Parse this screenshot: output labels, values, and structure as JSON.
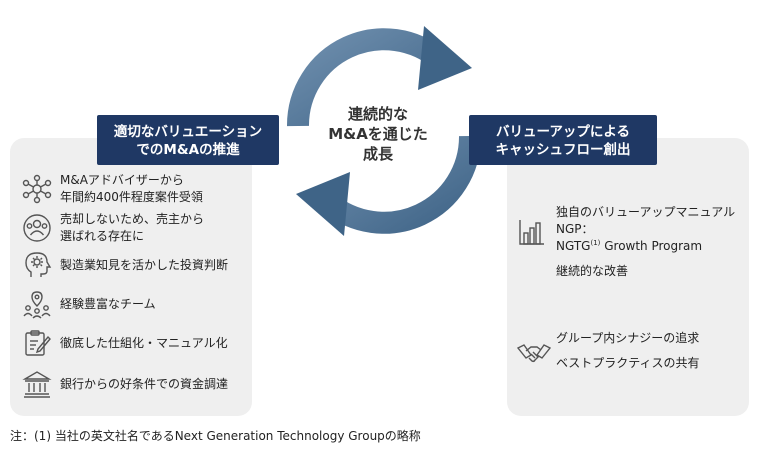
{
  "center": {
    "line1": "連続的な",
    "line2": "M&Aを通じた",
    "line3": "成長"
  },
  "left_label": {
    "line1": "適切なバリュエーション",
    "line2": "でのM&Aの推進"
  },
  "right_label": {
    "line1": "バリューアップによる",
    "line2": "キャッシュフロー創出"
  },
  "left_items": [
    {
      "icon": "network-icon",
      "line1": "M&Aアドバイザーから",
      "line2": "年間約400件程度案件受領"
    },
    {
      "icon": "people-icon",
      "line1": "売却しないため、売主から",
      "line2": "選ばれる存在に"
    },
    {
      "icon": "head-gear-icon",
      "line1": "製造業知見を活かした投資判断"
    },
    {
      "icon": "team-icon",
      "line1": "経験豊富なチーム"
    },
    {
      "icon": "clipboard-pen-icon",
      "line1": "徹底した仕組化・マニュアル化"
    },
    {
      "icon": "bank-icon",
      "line1": "銀行からの好条件での資金調達"
    }
  ],
  "right_items": [
    {
      "icon": "bar-chart-icon",
      "line1": "独自のバリューアップマニュアル",
      "line2": "NGP：",
      "line3_prefix": "NGTG",
      "line3_sup": "(1)",
      "line3_suffix": " Growth Program",
      "line4": "継続的な改善"
    },
    {
      "icon": "handshake-icon",
      "line1": "グループ内シナジーの追求",
      "line2": "ベストプラクティスの共有"
    }
  ],
  "footnote": "注：(1) 当社の英文社名であるNext Generation Technology Groupの略称",
  "colors": {
    "navy": "#1f3864",
    "cycle": "#4a6e90",
    "panel": "#efefef"
  }
}
